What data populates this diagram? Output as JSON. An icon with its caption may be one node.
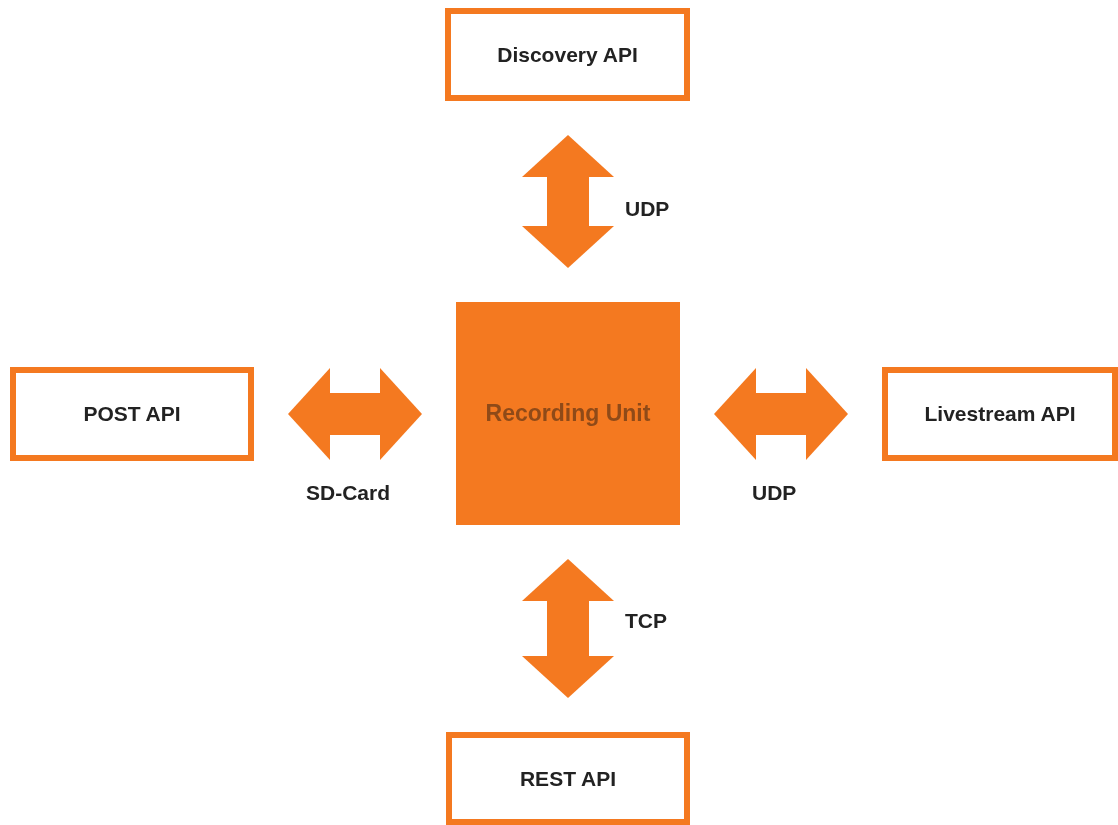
{
  "diagram": {
    "nodes": [
      {
        "text": [
          "Discovery API"
        ]
      },
      {
        "text": [
          "POST API"
        ]
      },
      {
        "text": [
          "Recording Unit"
        ]
      },
      {
        "text": [
          "Livestream API"
        ]
      },
      {
        "text": [
          "REST API"
        ]
      }
    ],
    "edges": [
      {
        "from": 2,
        "to": 0,
        "arrow": "both",
        "label": "UDP"
      },
      {
        "from": 2,
        "to": 1,
        "arrow": "both",
        "label": "SD-Card"
      },
      {
        "from": 2,
        "to": 3,
        "arrow": "both",
        "label": "UDP"
      },
      {
        "from": 2,
        "to": 4,
        "arrow": "both",
        "label": "TCP"
      }
    ]
  }
}
